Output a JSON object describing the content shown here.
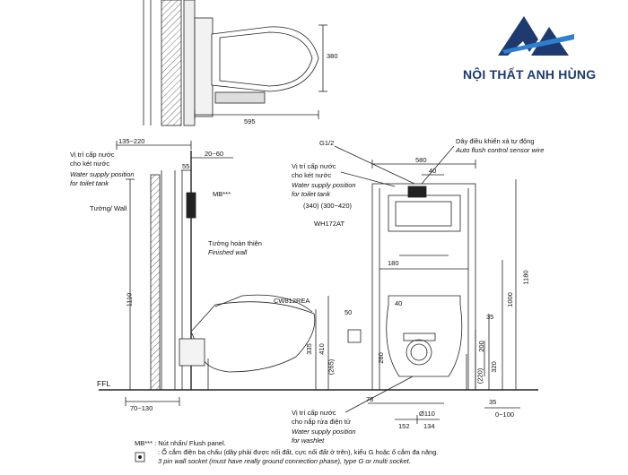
{
  "brand": {
    "name": "NỘI THẤT ANH HÙNG",
    "color": "#1f3a6e",
    "accent": "#2f7fd1"
  },
  "top_view": {
    "dims": [
      "380",
      "595"
    ]
  },
  "side_view": {
    "dims_top": [
      "135~220",
      "20~60",
      "55"
    ],
    "water_label_vi_1": "Vị trí cấp nước",
    "water_label_vi_2": "cho két nước",
    "water_label_en_1": "Water supply position",
    "water_label_en_2": "for toilet tank",
    "wall_label": "Tường/ Wall",
    "mb_label": "MB***",
    "finished_wall_vi": "Tường hoàn thiện",
    "finished_wall_en": "Finished wall",
    "model": "CW812REA",
    "dim_1110": "1110",
    "dim_335": "335",
    "dim_410": "410",
    "dim_265": "(265)",
    "ffl": "FFL",
    "dim_bottom": "70~130"
  },
  "front_view": {
    "g12": "G1/2",
    "sensor_vi": "Dây điều khiển xả tự động",
    "sensor_en": "Auto flush control sensor wire",
    "water_vi_1": "Vị trí cấp nước",
    "water_vi_2": "cho két nước",
    "water_en_1": "Water supply position",
    "water_en_2": "for toilet tank",
    "dim_580": "580",
    "dim_40a": "40",
    "dim_340": "(340) (300~420)",
    "wh": "WH172AT",
    "dim_180": "180",
    "dim_40b": "40",
    "dim_50": "50",
    "dim_35a": "35",
    "dim_1180": "1180",
    "dim_1000": "1000",
    "dim_260": "260",
    "dim_200": "200",
    "dim_320": "320",
    "dim_220": "(220)",
    "dim_78": "78",
    "dim_35b": "35",
    "dim_0100": "0~100",
    "dim_110": "Ø110",
    "dim_152": "152",
    "dim_134": "134",
    "washlet_vi_1": "Vị trí cấp nước",
    "washlet_vi_2": "cho nắp rửa điện tử",
    "washlet_en_1": "Water supply position",
    "washlet_en_2": "for washlet"
  },
  "legend": {
    "mb": "MB*** : Nút nhấn/ Flush panel.",
    "socket_vi": ": Ổ cắm điện ba chấu (dây phải được nối đất, cực nối đất ở trên), kiểu G hoặc ổ cắm đa năng.",
    "socket_en": "3 pin wall socket (must have really ground connection phase), type G or multi socket."
  }
}
